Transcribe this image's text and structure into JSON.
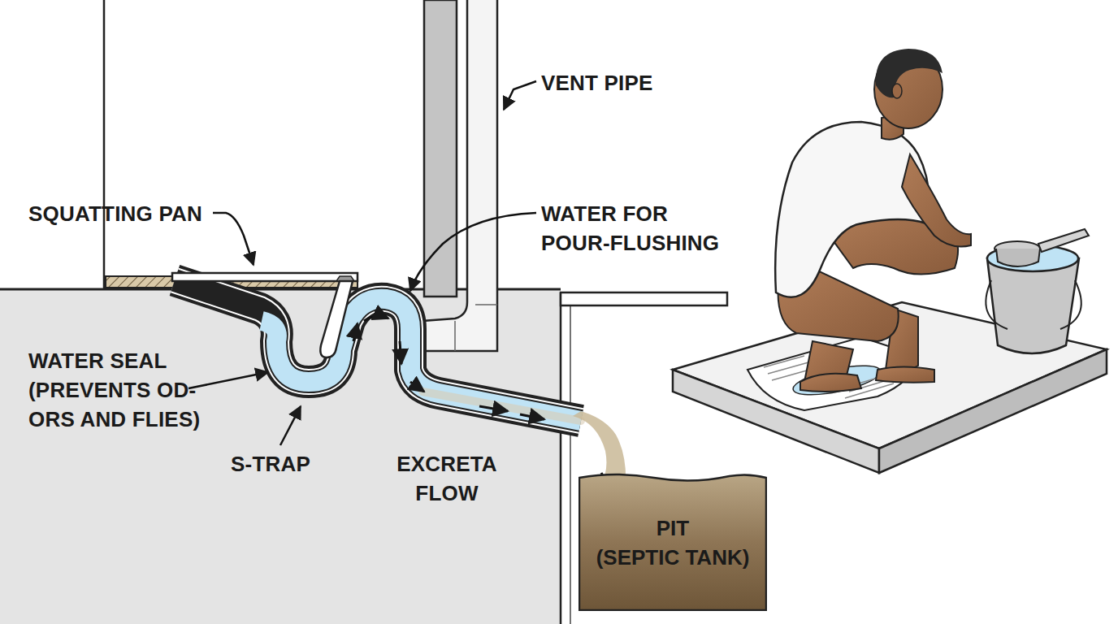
{
  "diagram": {
    "nodes": [
      {
        "text": [
          "PIT (SEPTIC TANK)"
        ]
      }
    ],
    "labels": [
      "SQUATTING PAN",
      "VENT PIPE",
      "WATER FOR POUR-FLUSHING",
      "WATER SEAL (PREVENTS OD- ORS AND FLIES)",
      "S-TRAP",
      "EXCRETA FLOW"
    ]
  }
}
